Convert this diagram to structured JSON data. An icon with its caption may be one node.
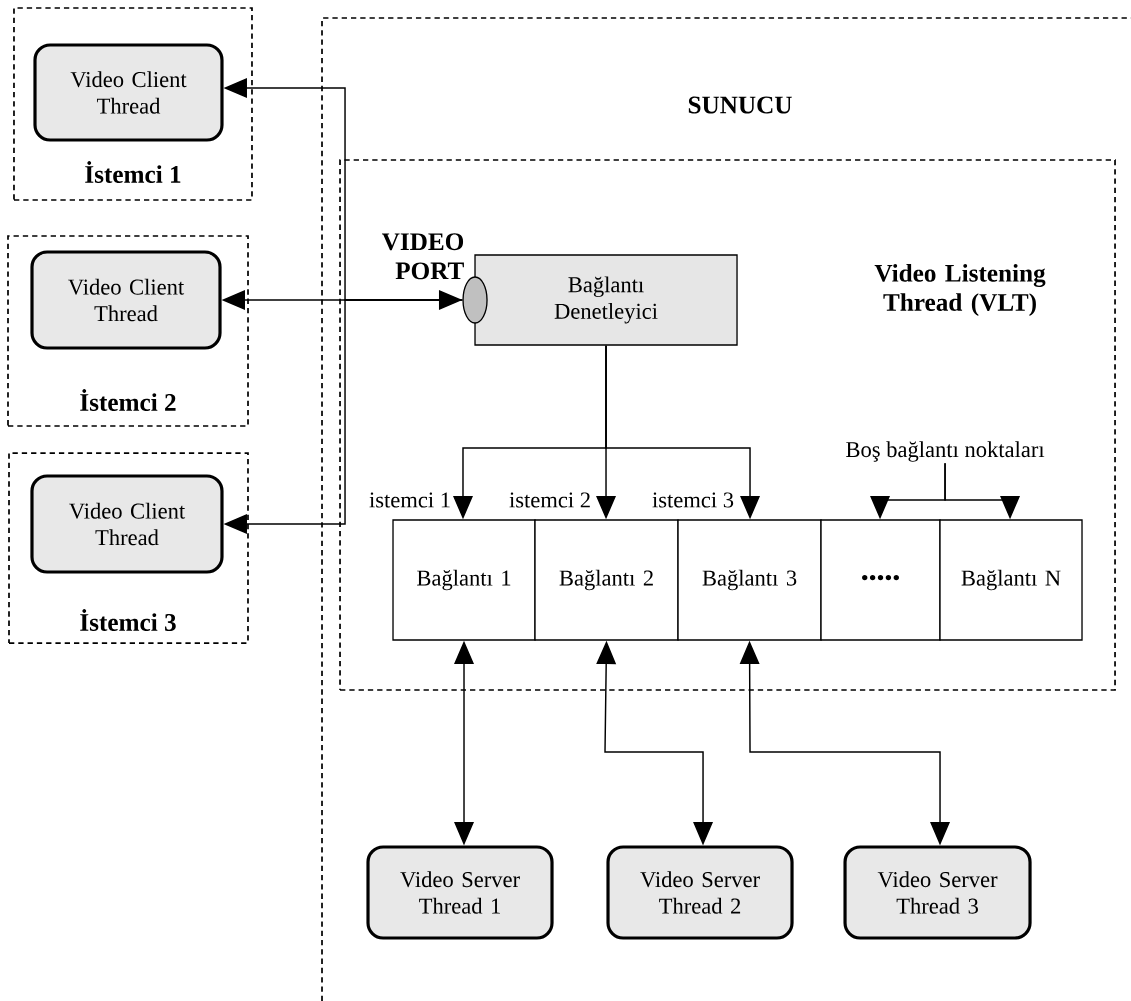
{
  "diagram": {
    "nodes": [
      {
        "text": [
          "İstemci 1"
        ]
      },
      {
        "text": [
          "Video Client Thread"
        ],
        "in": 0
      },
      {
        "text": [
          "İstemci 2"
        ]
      },
      {
        "text": [
          "Video Client Thread"
        ],
        "in": 2
      },
      {
        "text": [
          "İstemci 3"
        ]
      },
      {
        "text": [
          "Video Client Thread"
        ],
        "in": 4
      },
      {
        "text": [
          "SUNUCU"
        ]
      },
      {
        "text": [
          "Video Listening Thread (VLT)"
        ],
        "in": 6
      },
      {
        "text": [],
        "shape": "circle",
        "beside": [
          "VIDEO PORT"
        ],
        "in": 7
      },
      {
        "text": [
          "Bağlantı Denetleyici"
        ],
        "in": 7
      },
      {
        "text": [
          "Bağlantı 1"
        ],
        "in": 7
      },
      {
        "text": [
          "Bağlantı 2"
        ],
        "in": 7
      },
      {
        "text": [
          "Bağlantı 3"
        ],
        "in": 7
      },
      {
        "text": [
          "•••••"
        ],
        "in": 7
      },
      {
        "text": [
          "Bağlantı N"
        ],
        "in": 7
      },
      {
        "text": [
          "Boş bağlantı noktaları"
        ],
        "in": 7
      },
      {
        "text": [
          "Video Server Thread 1"
        ],
        "in": 6
      },
      {
        "text": [
          "Video Server Thread 2"
        ],
        "in": 6
      },
      {
        "text": [
          "Video Server Thread 3"
        ],
        "in": 6
      }
    ],
    "edges": [
      {
        "from": 8,
        "to": 1,
        "arrow": "to"
      },
      {
        "from": 3,
        "to": 8,
        "arrow": "both"
      },
      {
        "from": 8,
        "to": 5,
        "arrow": "to"
      },
      {
        "from": 9,
        "to": 10,
        "arrow": "to",
        "label": "istemci 1"
      },
      {
        "from": 9,
        "to": 11,
        "arrow": "to",
        "label": "istemci 2"
      },
      {
        "from": 9,
        "to": 12,
        "arrow": "to",
        "label": "istemci 3"
      },
      {
        "from": 15,
        "to": 13,
        "arrow": "to"
      },
      {
        "from": 15,
        "to": 14,
        "arrow": "to"
      },
      {
        "from": 10,
        "to": 16,
        "arrow": "both"
      },
      {
        "from": 11,
        "to": 17,
        "arrow": "both"
      },
      {
        "from": 12,
        "to": 18,
        "arrow": "both"
      }
    ]
  }
}
